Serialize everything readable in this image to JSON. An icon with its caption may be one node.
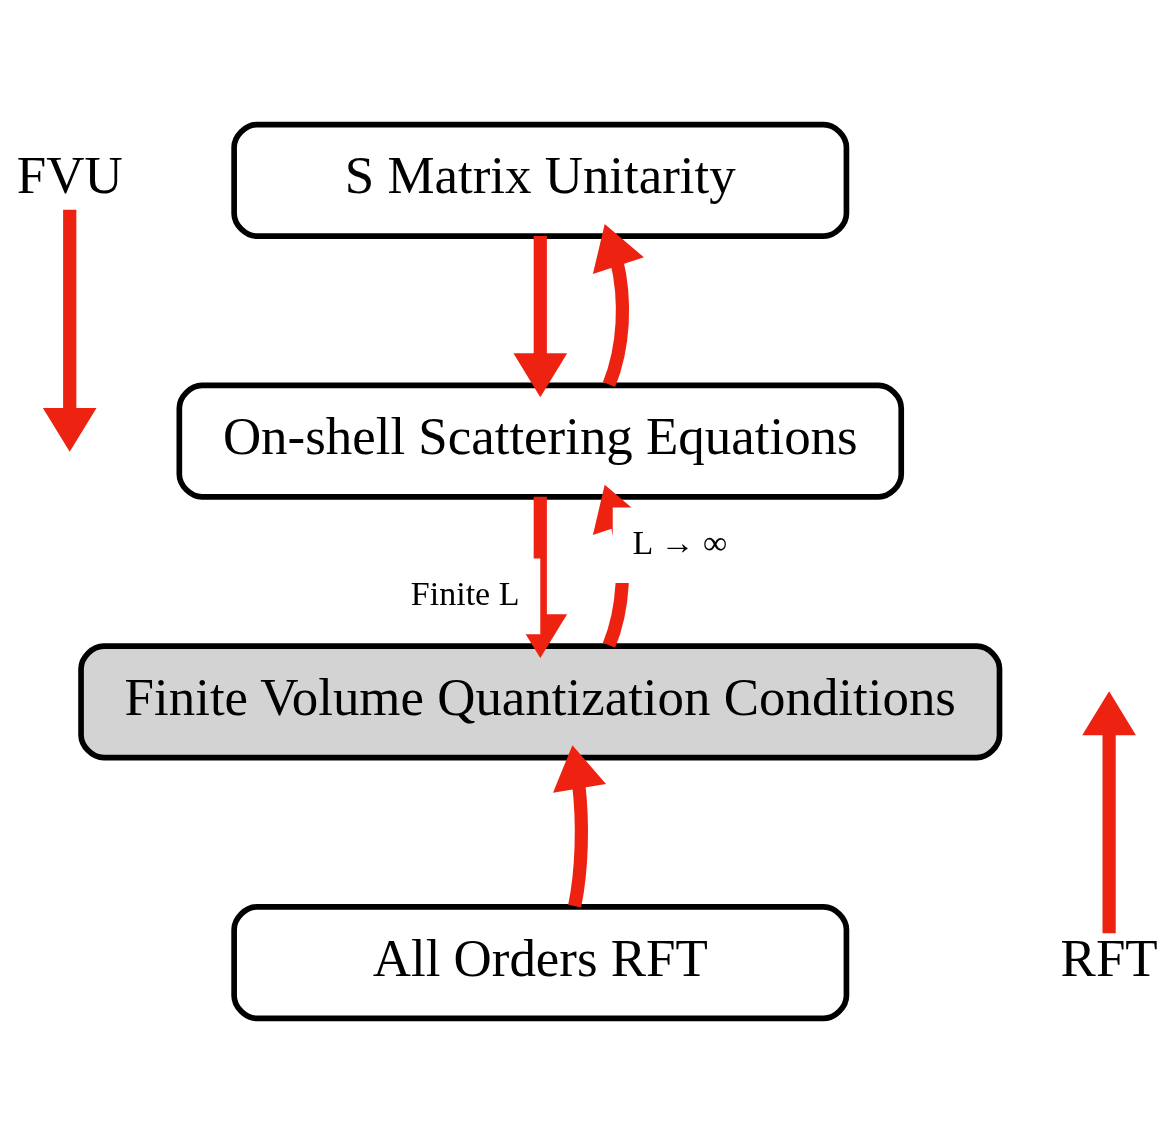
{
  "diagram": {
    "nodes": [
      {
        "text": [
          "S Matrix Unitarity"
        ]
      },
      {
        "text": [
          "On-shell Scattering Equations"
        ]
      },
      {
        "text": [
          "Finite Volume Quantization Conditions"
        ]
      },
      {
        "text": [
          "All Orders RFT"
        ]
      },
      {
        "text": [
          "FVU"
        ]
      },
      {
        "text": [
          "RFT"
        ]
      }
    ],
    "edges": [
      {
        "from": 0,
        "to": 1,
        "arrow": "to"
      },
      {
        "from": 1,
        "to": 0,
        "arrow": "to"
      },
      {
        "from": 1,
        "to": 2,
        "arrow": "to",
        "label": "Finite L"
      },
      {
        "from": 2,
        "to": 1,
        "arrow": "to",
        "label": "L → ∞"
      },
      {
        "from": 3,
        "to": 2,
        "arrow": "to"
      },
      {
        "from": 4,
        "to": null,
        "arrow": "to"
      },
      {
        "from": 5,
        "to": null,
        "arrow": "to"
      }
    ]
  }
}
